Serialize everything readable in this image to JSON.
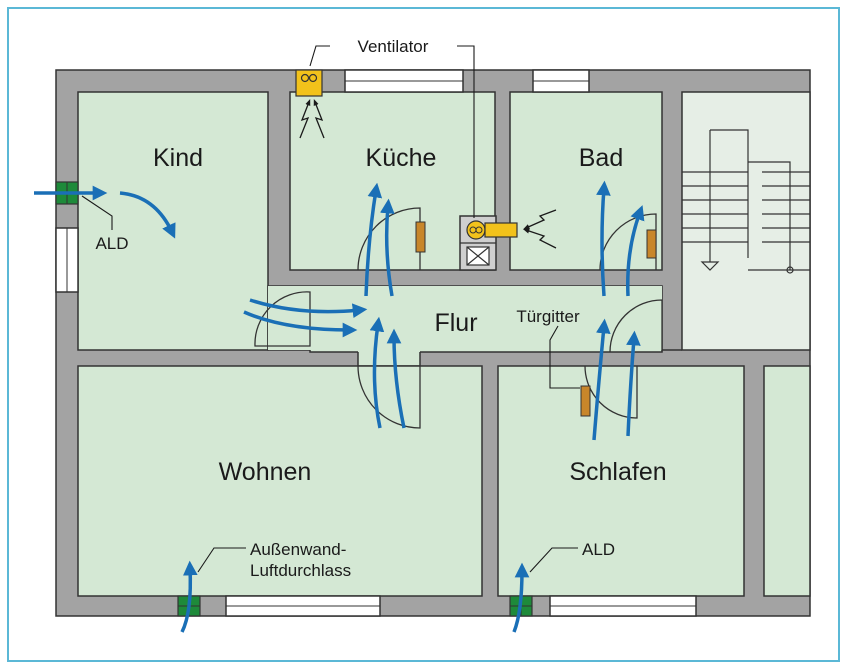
{
  "rooms": {
    "kind": "Kind",
    "kueche": "Küche",
    "bad": "Bad",
    "flur": "Flur",
    "wohnen": "Wohnen",
    "schlafen": "Schlafen"
  },
  "annotations": {
    "ventilator": "Ventilator",
    "ald_left": "ALD",
    "tuergitter": "Türgitter",
    "aussenwand_line1": "Außenwand-",
    "aussenwand_line2": "Luftdurchlass",
    "ald_bottom": "ALD"
  },
  "colors": {
    "frame": "#5bb8d6",
    "wall": "#a3a3a3",
    "room": "#d4e8d4",
    "flow": "#1a6fb6",
    "grille": "#c8862a",
    "fan": "#f2c21b",
    "ald": "#1e8a3a"
  }
}
